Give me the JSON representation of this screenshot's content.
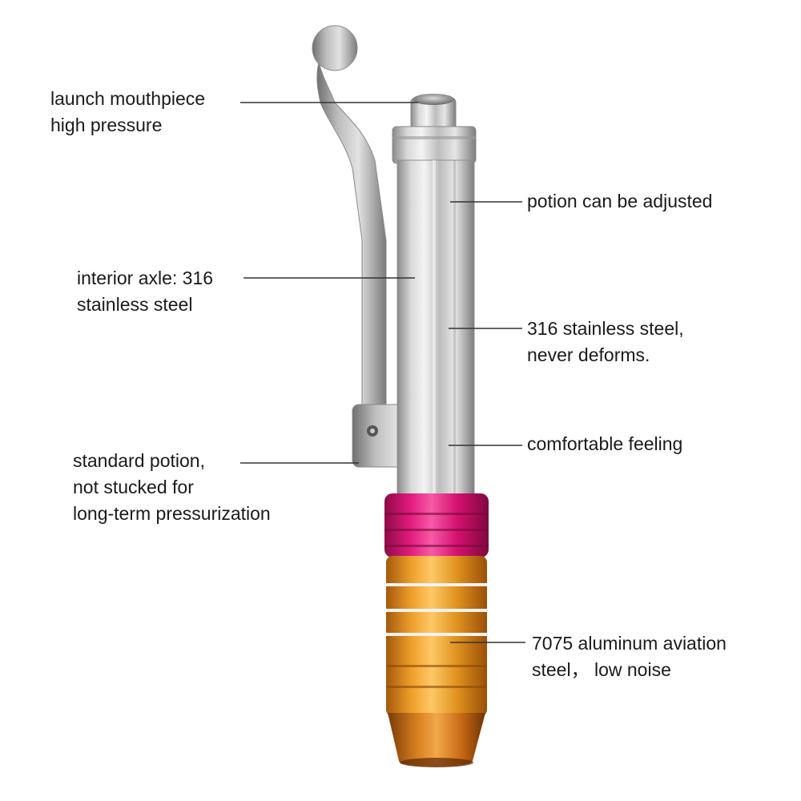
{
  "colors": {
    "background": "#ffffff",
    "text": "#1a1a1a",
    "leader_line": "#333333",
    "steel": "#c9c9c9",
    "magenta_band": "#d4106e",
    "gold_band": "#e0921e",
    "copper_tip": "#c96a14"
  },
  "callouts": [
    {
      "id": "mouthpiece",
      "lines": [
        "launch mouthpiece",
        "high pressure"
      ]
    },
    {
      "id": "potion-adjust",
      "lines": [
        "potion can be adjusted"
      ]
    },
    {
      "id": "interior-axle",
      "lines": [
        "interior axle: 316",
        "stainless steel"
      ]
    },
    {
      "id": "steel-316",
      "lines": [
        "316 stainless steel,",
        "never deforms."
      ]
    },
    {
      "id": "comfort",
      "lines": [
        "comfortable feeling"
      ]
    },
    {
      "id": "standard-potion",
      "lines": [
        "standard potion,",
        "not stucked for",
        "long-term pressurization"
      ]
    },
    {
      "id": "aluminum",
      "lines": [
        "7075 aluminum aviation",
        "steel， low noise"
      ]
    }
  ]
}
